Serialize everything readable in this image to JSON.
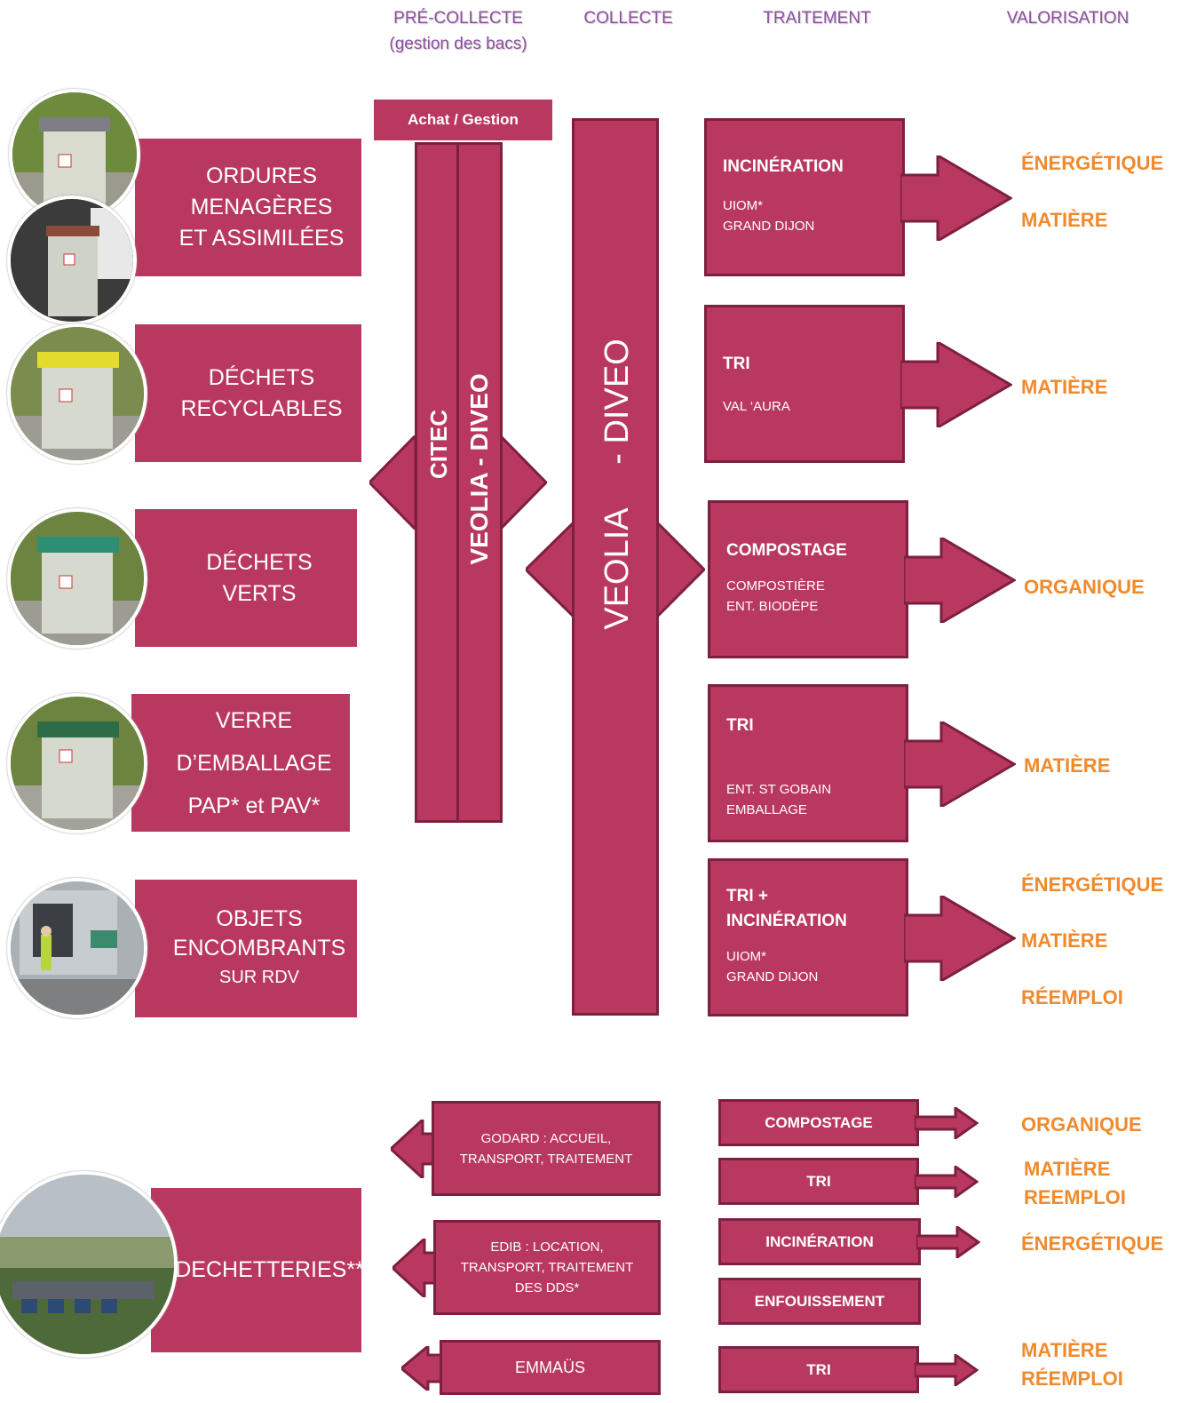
{
  "headers": {
    "precollecte": "PRÉ-COLLECTE",
    "precollecte_sub": "(gestion des bacs)",
    "collecte": "COLLECTE",
    "traitement": "TRAITEMENT",
    "valorisation": "VALORISATION"
  },
  "streams": {
    "om": [
      "ORDURES",
      "MENAGÈRES",
      "ET ASSIMILÉES"
    ],
    "recyclables": [
      "DÉCHETS",
      "RECYCLABLES"
    ],
    "verts": [
      "DÉCHETS",
      "VERTS"
    ],
    "verre": [
      "VERRE",
      "D’EMBALLAGE",
      "PAP* et PAV*"
    ],
    "encombrants": [
      "OBJETS",
      "ENCOMBRANTS",
      "SUR RDV"
    ],
    "decheteries": "DECHETTERIES**"
  },
  "precollecte": {
    "achat": "Achat / Gestion",
    "citec": "CITEC",
    "veolia_diveo": "VEOLIA - DIVEO"
  },
  "collecte": {
    "veolia": "VEOLIA",
    "diveo": "- DIVEO"
  },
  "traitement": [
    {
      "title": [
        "INCINÉRATION"
      ],
      "sub": [
        "UIOM*",
        "GRAND DIJON"
      ]
    },
    {
      "title": [
        "TRI"
      ],
      "sub": [
        "VAL ‘AURA"
      ]
    },
    {
      "title": [
        "COMPOSTAGE"
      ],
      "sub": [
        "COMPOSTIÈRE",
        "ENT. BIODÈPE"
      ]
    },
    {
      "title": [
        "TRI"
      ],
      "sub": [
        "ENT. ST GOBAIN",
        "EMBALLAGE"
      ]
    },
    {
      "title": [
        "TRI +",
        "INCINÉRATION"
      ],
      "sub": [
        "UIOM*",
        "GRAND DIJON"
      ]
    }
  ],
  "valorisation": {
    "v1": [
      "ÉNERGÉTIQUE",
      "MATIÈRE"
    ],
    "v2": [
      "MATIÈRE"
    ],
    "v3": [
      "ORGANIQUE"
    ],
    "v4": [
      "MATIÈRE"
    ],
    "v5": [
      "ÉNERGÉTIQUE",
      "MATIÈRE",
      "RÉEMPLOI"
    ]
  },
  "dechetteries": {
    "providers": [
      [
        "GODARD : ACCUEIL,",
        "TRANSPORT, TRAITEMENT"
      ],
      [
        "EDIB : LOCATION,",
        "TRANSPORT, TRAITEMENT",
        "DES DDS*"
      ],
      [
        "EMMAÜS"
      ]
    ],
    "treatments": [
      "COMPOSTAGE",
      "TRI",
      "INCINÉRATION",
      "ENFOUISSEMENT",
      "TRI"
    ],
    "valorisation": {
      "organique": "ORGANIQUE",
      "matiere_reemploi": [
        "MATIÈRE",
        "REEMPLOI"
      ],
      "energetique": "ÉNERGÉTIQUE",
      "matiere_reemploi_2": [
        "MATIÈRE",
        "RÉEMPLOI"
      ]
    }
  },
  "colors": {
    "magenta": "#b9385f",
    "dark_magenta": "#7d1f41",
    "orange": "#f08a2c",
    "header_purple": "#8f4fa2"
  },
  "icons": [
    "bin-grey-lid",
    "bin-brown-lid",
    "bin-yellow-lid",
    "bin-green-lid",
    "bin-dark-green-lid",
    "garbage-truck",
    "recycling-center"
  ]
}
